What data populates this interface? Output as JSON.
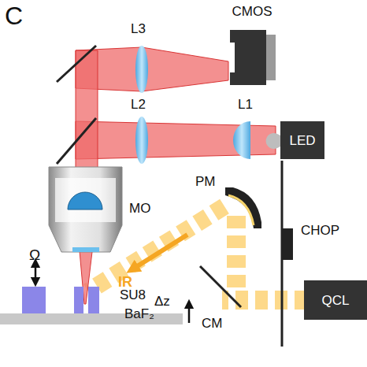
{
  "diagram": {
    "nodes": [
      {
        "text": [
          "CMOS"
        ]
      },
      {
        "text": [
          "LED"
        ]
      },
      {
        "text": [
          "QCL"
        ]
      }
    ],
    "labels": [
      "C",
      "L3",
      "L2",
      "L1",
      "MO",
      "PM",
      "CHOP",
      "IR",
      "Ω",
      "SU8",
      "BaF₂",
      "Δz",
      "CM"
    ]
  }
}
